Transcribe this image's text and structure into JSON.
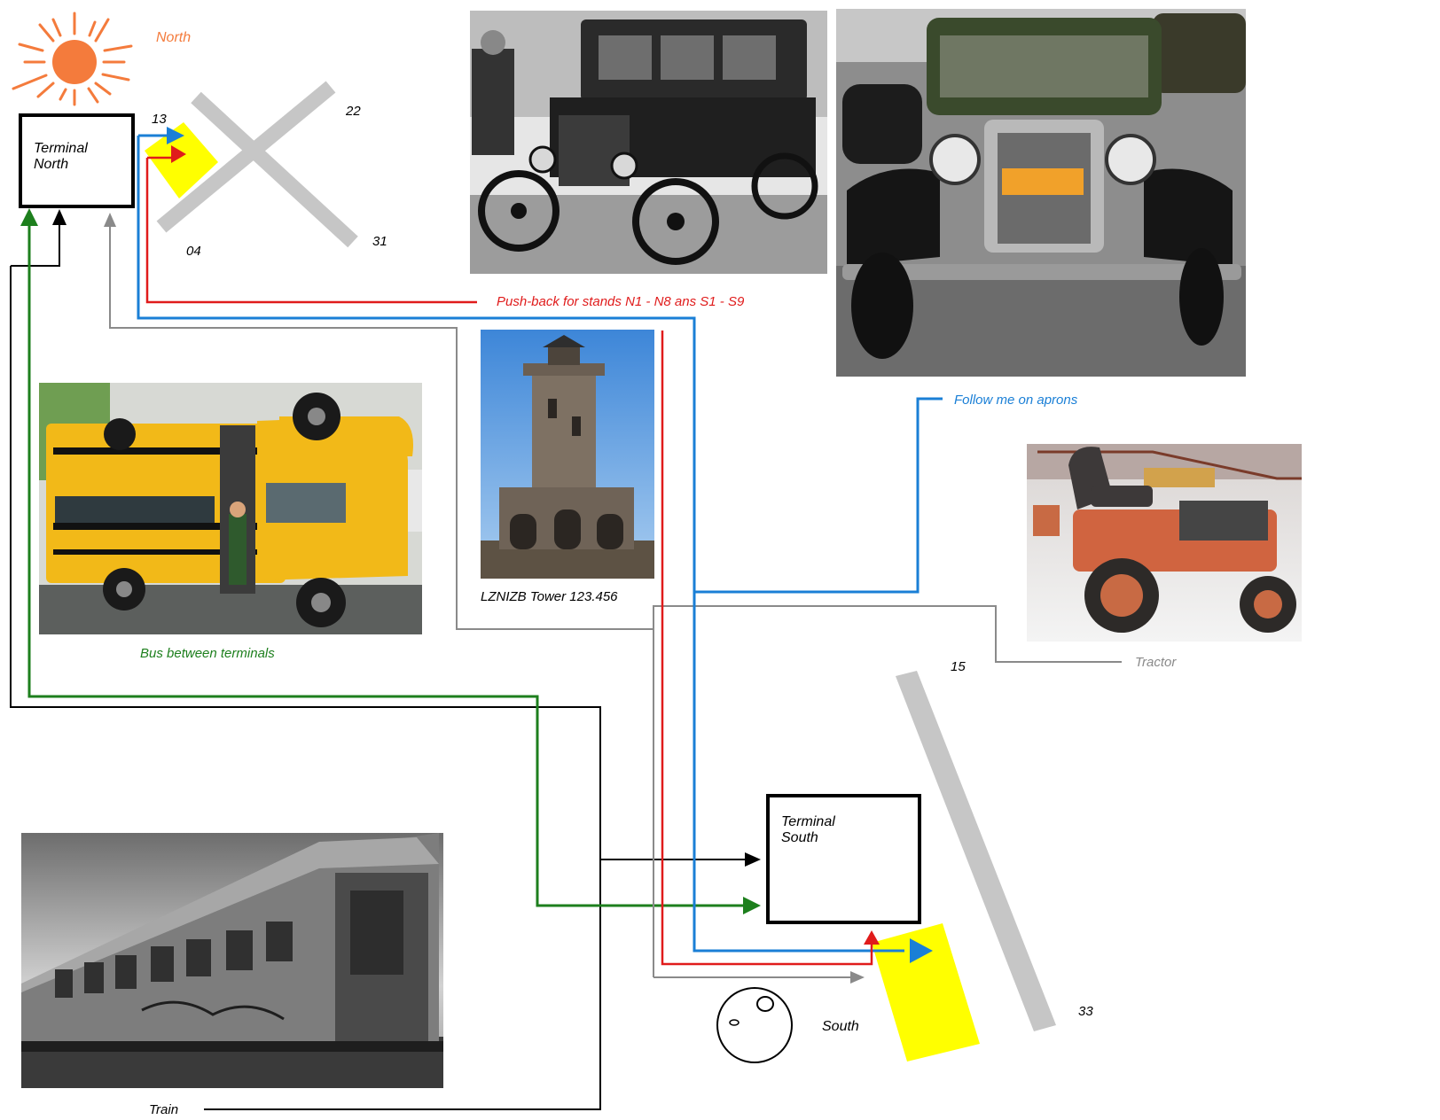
{
  "labels": {
    "north": "North",
    "south": "South",
    "terminal_north_line1": "Terminal",
    "terminal_north_line2": "North",
    "terminal_south_line1": "Terminal",
    "terminal_south_line2": "South",
    "runway_13": "13",
    "runway_22": "22",
    "runway_04": "04",
    "runway_31": "31",
    "runway_15": "15",
    "runway_33": "33",
    "pushback": "Push-back for stands N1 - N8 ans S1 - S9",
    "follow_me": "Follow me on aprons",
    "tower": "LZNIZB Tower 123.456",
    "bus": "Bus between terminals",
    "tractor": "Tractor",
    "train": "Train"
  },
  "colors": {
    "pushback": "#e01b1b",
    "follow_me": "#1a7fd6",
    "bus": "#1d7f1d",
    "tractor": "#8a8a8a",
    "train": "#000000",
    "sun": "#f47b3c",
    "apron": "#ffff00",
    "runway": "#c6c6c6"
  },
  "photos": {
    "vintage_car": "vintage-car-photo",
    "classic_car": "classic-car-photo",
    "tower": "tower-photo",
    "bus": "bus-photo",
    "tractor": "tractor-photo",
    "train": "train-photo"
  }
}
